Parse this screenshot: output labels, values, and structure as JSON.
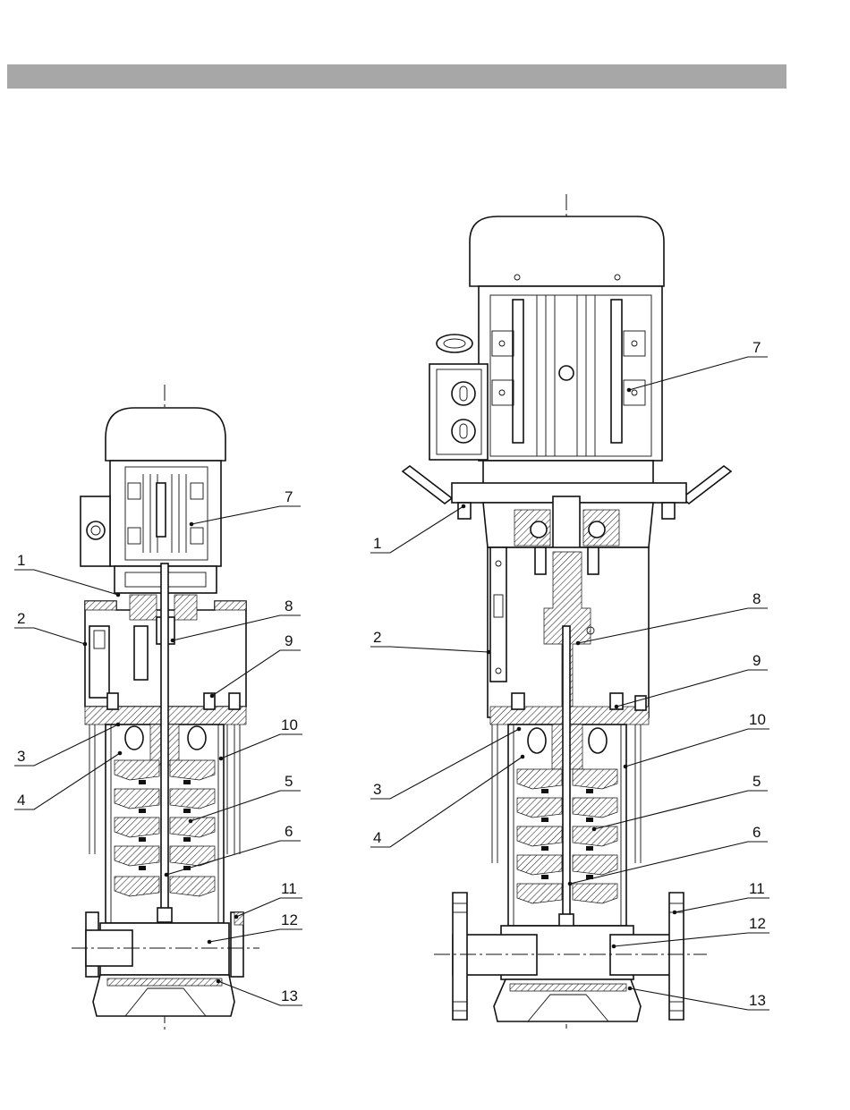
{
  "colors": {
    "header_bar": "#a7a7a7",
    "line": "#111111",
    "background": "#ffffff"
  },
  "left_drawing": {
    "callouts": [
      {
        "id": 1,
        "label": "1"
      },
      {
        "id": 2,
        "label": "2"
      },
      {
        "id": 3,
        "label": "3"
      },
      {
        "id": 4,
        "label": "4"
      },
      {
        "id": 5,
        "label": "5"
      },
      {
        "id": 6,
        "label": "6"
      },
      {
        "id": 7,
        "label": "7"
      },
      {
        "id": 8,
        "label": "8"
      },
      {
        "id": 9,
        "label": "9"
      },
      {
        "id": 10,
        "label": "10"
      },
      {
        "id": 11,
        "label": "11"
      },
      {
        "id": 12,
        "label": "12"
      },
      {
        "id": 13,
        "label": "13"
      }
    ]
  },
  "right_drawing": {
    "callouts": [
      {
        "id": 1,
        "label": "1"
      },
      {
        "id": 2,
        "label": "2"
      },
      {
        "id": 3,
        "label": "3"
      },
      {
        "id": 4,
        "label": "4"
      },
      {
        "id": 5,
        "label": "5"
      },
      {
        "id": 6,
        "label": "6"
      },
      {
        "id": 7,
        "label": "7"
      },
      {
        "id": 8,
        "label": "8"
      },
      {
        "id": 9,
        "label": "9"
      },
      {
        "id": 10,
        "label": "10"
      },
      {
        "id": 11,
        "label": "11"
      },
      {
        "id": 12,
        "label": "12"
      },
      {
        "id": 13,
        "label": "13"
      }
    ]
  }
}
